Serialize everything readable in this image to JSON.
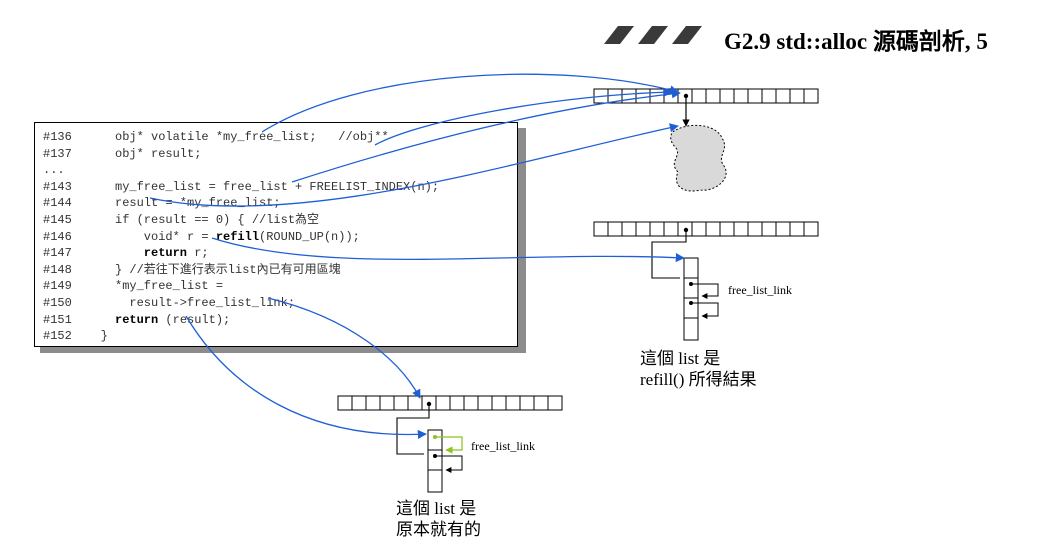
{
  "title": "G2.9 std::alloc 源碼剖析, 5",
  "code": {
    "lines": [
      {
        "num": "#136",
        "indent": 2,
        "parts": [
          {
            "t": "obj* volatile *my_free_list;   //obj**",
            "b": false
          }
        ]
      },
      {
        "num": "#137",
        "indent": 2,
        "parts": [
          {
            "t": "obj* result;",
            "b": false
          }
        ]
      },
      {
        "num": "...",
        "indent": 0,
        "parts": []
      },
      {
        "num": "#143",
        "indent": 2,
        "parts": [
          {
            "t": "my_free_list = free_list + FREELIST_INDEX(n);",
            "b": false
          }
        ]
      },
      {
        "num": "#144",
        "indent": 2,
        "parts": [
          {
            "t": "result = *my_free_list;",
            "b": false
          }
        ]
      },
      {
        "num": "#145",
        "indent": 2,
        "parts": [
          {
            "t": "if (result == 0) { //list為空",
            "b": false
          }
        ]
      },
      {
        "num": "#146",
        "indent": 4,
        "parts": [
          {
            "t": "void* r = ",
            "b": false
          },
          {
            "t": "refill",
            "b": true
          },
          {
            "t": "(ROUND_UP(n));",
            "b": false
          }
        ]
      },
      {
        "num": "#147",
        "indent": 4,
        "parts": [
          {
            "t": "return",
            "b": true
          },
          {
            "t": " r;",
            "b": false
          }
        ]
      },
      {
        "num": "#148",
        "indent": 2,
        "parts": [
          {
            "t": "} //若往下進行表示list內已有可用區塊",
            "b": false
          }
        ]
      },
      {
        "num": "#149",
        "indent": 2,
        "parts": [
          {
            "t": "*my_free_list =",
            "b": false
          }
        ]
      },
      {
        "num": "#150",
        "indent": 3,
        "parts": [
          {
            "t": "result->free_list_link;",
            "b": false
          }
        ]
      },
      {
        "num": "#151",
        "indent": 2,
        "parts": [
          {
            "t": "return",
            "b": true
          },
          {
            "t": " (result);",
            "b": false
          }
        ]
      },
      {
        "num": "#152",
        "indent": 1,
        "parts": [
          {
            "t": "}",
            "b": false
          }
        ]
      }
    ]
  },
  "labels": {
    "free_list_link_1": "free_list_link",
    "free_list_link_2": "free_list_link"
  },
  "captions": {
    "refill_line1": "這個 list 是",
    "refill_line2": "refill() 所得結果",
    "original_line1": "這個 list 是",
    "original_line2": "原本就有的"
  },
  "colors": {
    "arrow": "#1f5fd6",
    "highlight": "#8dc21f",
    "blob": "#d9d9d9",
    "title_bar": "#3a3a3a"
  },
  "arrays": {
    "cells_per_array": 16
  }
}
